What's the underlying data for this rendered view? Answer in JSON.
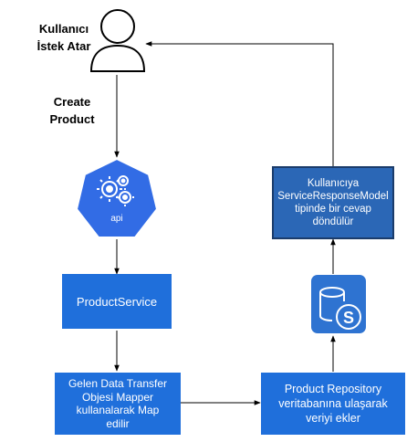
{
  "user": {
    "label_line1": "Kullanıcı",
    "label_line2": "İstek Atar",
    "icon": "user-icon"
  },
  "edge_label": {
    "line1": "Create",
    "line2": "Product"
  },
  "api": {
    "label": "api",
    "icon": "kubernetes-api-icon"
  },
  "nodes": {
    "product_service": "ProductService",
    "mapper": [
      "Gelen Data Transfer",
      "Objesi Mapper",
      "kullanalarak Map",
      "edilir"
    ],
    "repository": [
      "Product Repository",
      "veritabanına ulaşarak",
      "veriyi ekler"
    ],
    "database": {
      "icon": "sql-database-icon",
      "letter": "S"
    },
    "response": [
      "Kullanıcıya",
      "ServiceResponseModel",
      "tipinde bir cevap",
      "döndülür"
    ]
  },
  "colors": {
    "box_fill": "#1F6FDB",
    "response_fill": "#2B67B6",
    "response_border": "#1B3C6B",
    "db_fill": "#2E73D1",
    "api_fill": "#326CE5",
    "edge": "#000000",
    "user_stroke": "#000000"
  }
}
